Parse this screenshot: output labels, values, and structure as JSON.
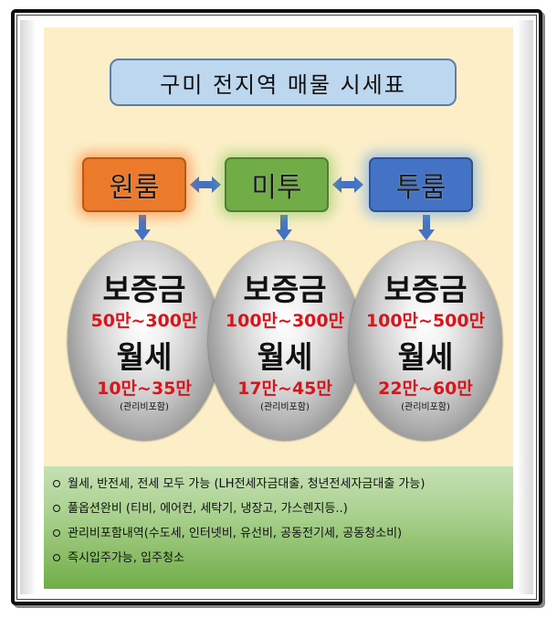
{
  "title": "구미 전지역 매물 시세표",
  "room_types": [
    {
      "label": "원룸",
      "color": "#ec7a2b"
    },
    {
      "label": "미투",
      "color": "#70ad47"
    },
    {
      "label": "투룸",
      "color": "#4472c4"
    }
  ],
  "prices": [
    {
      "deposit_label": "보증금",
      "deposit_value": "50만~300만",
      "rent_label": "월세",
      "rent_value": "10만~35만",
      "note": "(관리비포함)"
    },
    {
      "deposit_label": "보증금",
      "deposit_value": "100만~300만",
      "rent_label": "월세",
      "rent_value": "17만~45만",
      "note": "(관리비포함)"
    },
    {
      "deposit_label": "보증금",
      "deposit_value": "100만~500만",
      "rent_label": "월세",
      "rent_value": "22만~60만",
      "note": "(관리비포함)"
    }
  ],
  "info_items": [
    "월세, 반전세, 전세 모두 가능 (LH전세자금대출, 청년전세자금대출 가능)",
    "풀옵션완비 (티비, 에어컨, 세탁기, 냉장고, 가스렌지등..)",
    "관리비포함내역(수도세, 인터넷비, 유선비, 공동전기세, 공동청소비)",
    "즉시입주가능, 입주청소"
  ],
  "colors": {
    "arrow": "#4472c4",
    "panel": "#fcefc8",
    "price_text": "#d9141a"
  }
}
